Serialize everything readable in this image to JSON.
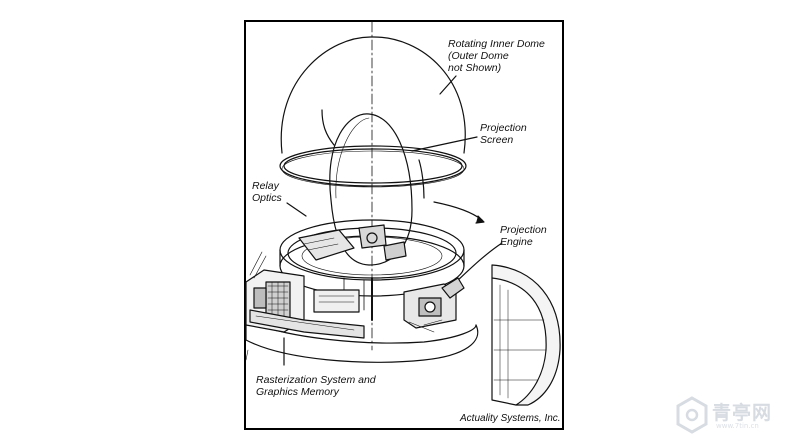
{
  "labels": {
    "inner_dome": [
      "Rotating Inner Dome",
      "(Outer Dome",
      "not Shown)"
    ],
    "projection_screen": [
      "Projection",
      "Screen"
    ],
    "relay_optics": [
      "Relay",
      "Optics"
    ],
    "projection_engine": [
      "Projection",
      "Engine"
    ],
    "rasterization": [
      "Rasterization System and",
      "Graphics Memory"
    ]
  },
  "credit": "Actuality Systems, Inc.",
  "watermark": {
    "text": "青亭网",
    "url": "www.7tin.cn",
    "icon": "hexagon-logo-icon"
  }
}
